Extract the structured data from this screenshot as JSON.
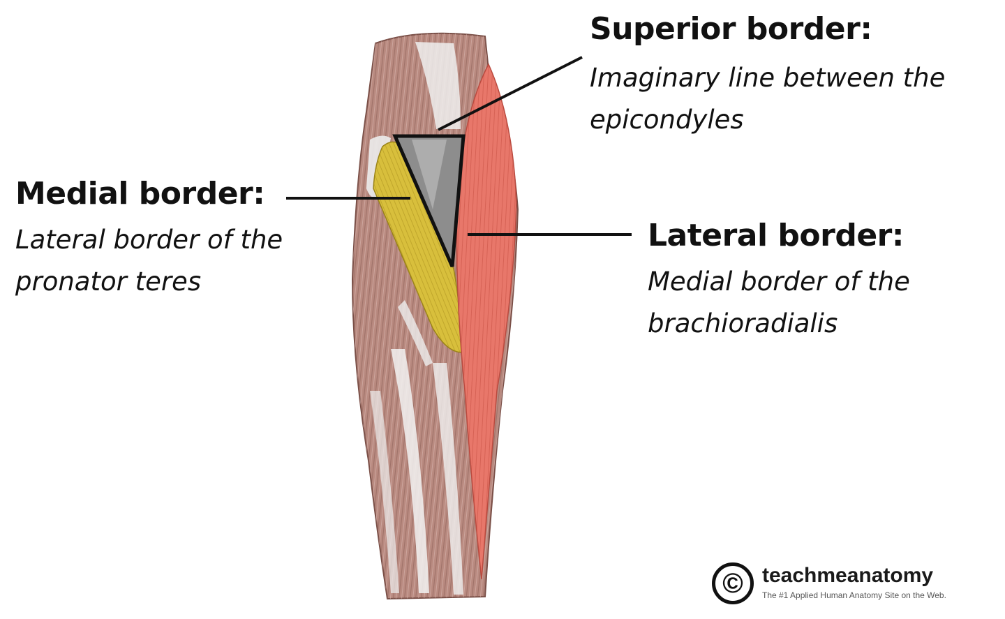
{
  "labels": {
    "superior": {
      "heading": "Superior border:",
      "line1": "Imaginary line between the",
      "line2": "epicondyles"
    },
    "medial": {
      "heading": "Medial border:",
      "line1": "Lateral border of the",
      "line2": "pronator teres"
    },
    "lateral": {
      "heading": "Lateral border:",
      "line1": "Medial border of the",
      "line2": "brachioradialis"
    }
  },
  "brand": {
    "symbol": "©",
    "name": "teachmeanatomy",
    "tagline": "The #1 Applied Human Anatomy Site on the Web."
  },
  "colors": {
    "muscle": "#b98a80",
    "pronator_teres": "#d8bf3c",
    "brachioradialis": "#e8776a",
    "tendon": "#e6e6e6",
    "fossa": "#8d8d8d",
    "outline": "#111111"
  }
}
